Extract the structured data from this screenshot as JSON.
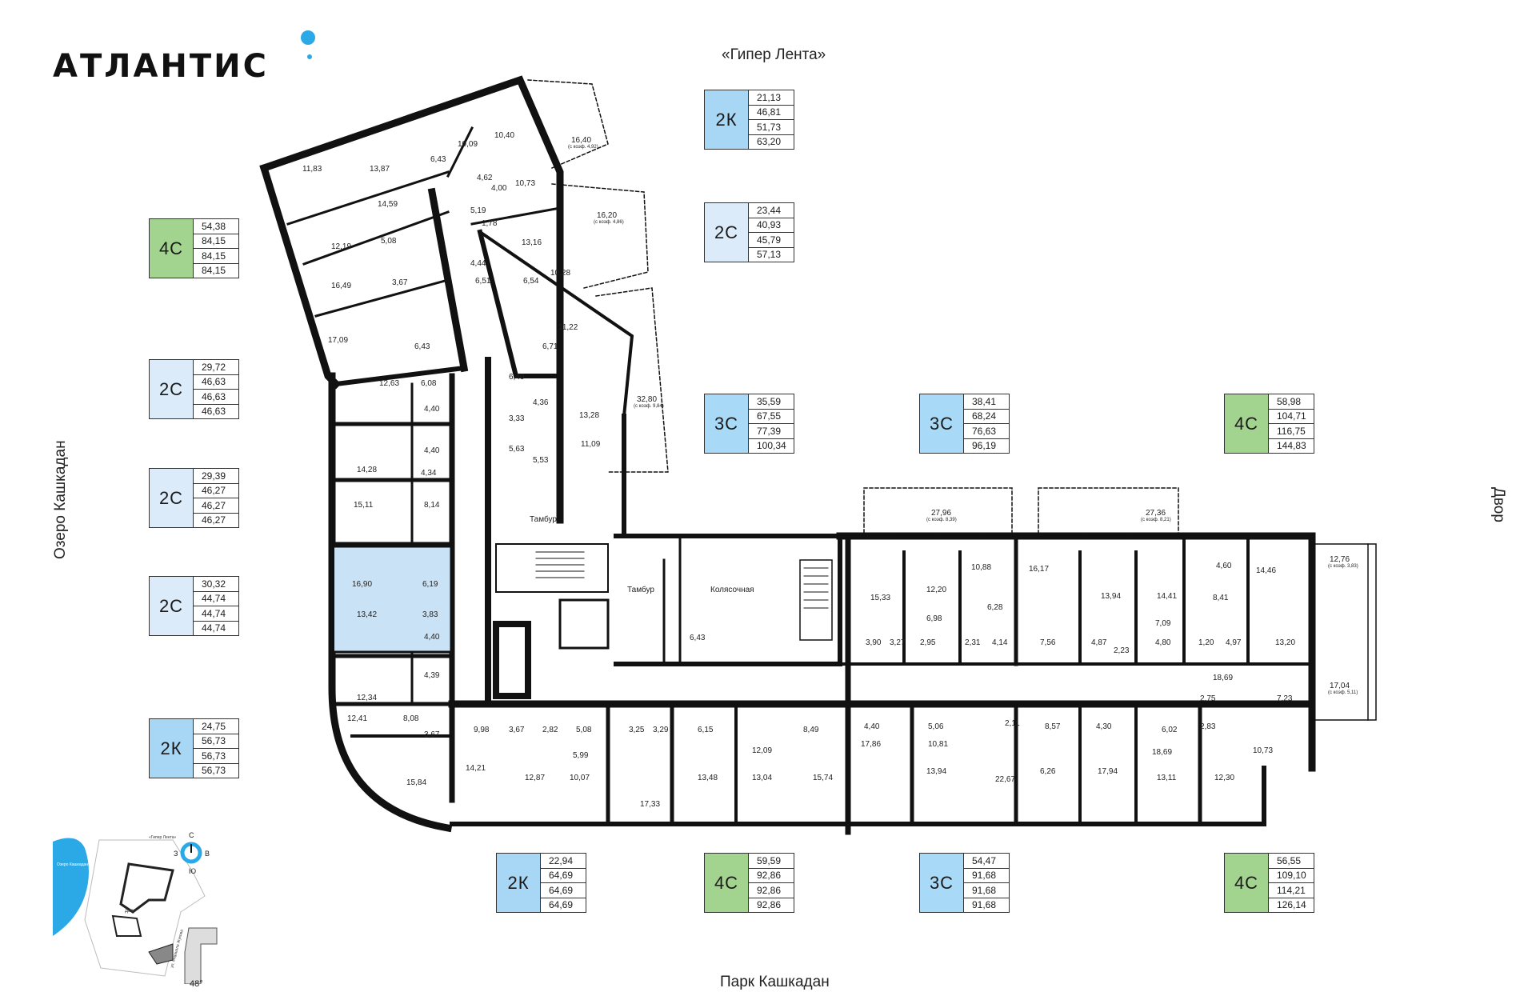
{
  "brand": {
    "logo_text": "АТЛАНТИС"
  },
  "orientation": {
    "top": "«Гипер Лента»",
    "bottom": "Парк Кашкадан",
    "left": "Озеро Кашкадан",
    "right": "Двор"
  },
  "colors": {
    "brand_accent": "#2aa9e6",
    "type_2k": "#a8d6f5",
    "type_2c": "#dcebfa",
    "type_3c": "#a8d9f7",
    "type_4c": "#a3d48f",
    "highlight": "#c9e2f6"
  },
  "apartments": [
    {
      "type": "2К",
      "areas": [
        "21,13",
        "46,81",
        "51,73",
        "63,20"
      ]
    },
    {
      "type": "2С",
      "areas": [
        "23,44",
        "40,93",
        "45,79",
        "57,13"
      ]
    },
    {
      "type": "4С",
      "areas": [
        "54,38",
        "84,15",
        "84,15",
        "84,15"
      ]
    },
    {
      "type": "2С",
      "areas": [
        "29,72",
        "46,63",
        "46,63",
        "46,63"
      ]
    },
    {
      "type": "2С",
      "areas": [
        "29,39",
        "46,27",
        "46,27",
        "46,27"
      ]
    },
    {
      "type": "2С",
      "areas": [
        "30,32",
        "44,74",
        "44,74",
        "44,74"
      ]
    },
    {
      "type": "2К",
      "areas": [
        "24,75",
        "56,73",
        "56,73",
        "56,73"
      ]
    },
    {
      "type": "3С",
      "areas": [
        "35,59",
        "67,55",
        "77,39",
        "100,34"
      ]
    },
    {
      "type": "3С",
      "areas": [
        "38,41",
        "68,24",
        "76,63",
        "96,19"
      ]
    },
    {
      "type": "4С",
      "areas": [
        "58,98",
        "104,71",
        "116,75",
        "144,83"
      ]
    },
    {
      "type": "2К",
      "areas": [
        "22,94",
        "64,69",
        "64,69",
        "64,69"
      ]
    },
    {
      "type": "4С",
      "areas": [
        "59,59",
        "92,86",
        "92,86",
        "92,86"
      ]
    },
    {
      "type": "3С",
      "areas": [
        "54,47",
        "91,68",
        "91,68",
        "91,68"
      ]
    },
    {
      "type": "4С",
      "areas": [
        "56,55",
        "109,10",
        "114,21",
        "126,14"
      ]
    }
  ],
  "rooms": {
    "common": [
      "Тамбур",
      "Тамбур",
      "Колясочная"
    ],
    "areas": [
      "11,83",
      "13,87",
      "6,43",
      "10,09",
      "10,40",
      "16,40",
      "4,62",
      "10,73",
      "4,00",
      "14,59",
      "5,19",
      "16,20",
      "1,78",
      "13,16",
      "12,19",
      "5,08",
      "4,44",
      "10,28",
      "16,49",
      "3,67",
      "6,51",
      "6,54",
      "11,22",
      "17,09",
      "6,43",
      "6,71",
      "12,63",
      "6,08",
      "6,40",
      "4,40",
      "4,36",
      "13,28",
      "32,80",
      "3,33",
      "4,40",
      "5,63",
      "5,53",
      "11,09",
      "14,28",
      "4,34",
      "15,11",
      "8,14",
      "16,90",
      "6,19",
      "13,42",
      "3,83",
      "4,40",
      "4,39",
      "12,34",
      "12,41",
      "8,08",
      "3,67",
      "15,84",
      "14,21",
      "9,98",
      "3,67",
      "2,82",
      "5,08",
      "3,25",
      "3,29",
      "6,15",
      "8,49",
      "5,99",
      "12,09",
      "12,87",
      "10,07",
      "17,33",
      "13,48",
      "13,04",
      "15,74",
      "6,43",
      "27,96",
      "27,36",
      "15,33",
      "12,20",
      "10,88",
      "16,17",
      "13,94",
      "14,41",
      "14,46",
      "12,76",
      "6,98",
      "6,28",
      "4,60",
      "8,41",
      "3,90",
      "3,27",
      "2,95",
      "2,31",
      "4,14",
      "7,56",
      "4,87",
      "2,23",
      "4,80",
      "7,09",
      "1,20",
      "4,97",
      "13,20",
      "18,69",
      "17,04",
      "2,75",
      "7,23",
      "4,40",
      "5,06",
      "17,86",
      "10,81",
      "2,11",
      "8,57",
      "4,30",
      "6,02",
      "2,83",
      "18,69",
      "10,73",
      "13,94",
      "22,67",
      "6,26",
      "17,94",
      "13,11",
      "12,30"
    ],
    "balcony_notes": [
      "(с коэф. 4,92)",
      "(с коэф. 4,86)",
      "(с коэф. 9,84)",
      "(с коэф. 8,39)",
      "(с коэф. 8,21)",
      "(с коэф. 3,83)",
      "(с коэф. 5,11)"
    ]
  },
  "minimap": {
    "labels": [
      "«Гипер Лента»",
      "Озеро Кашкадан",
      "Двор",
      "ул. Маршала Жукова"
    ],
    "compass": {
      "n": "С",
      "s": "Ю",
      "w": "З",
      "e": "В"
    },
    "rotation": "48°"
  }
}
